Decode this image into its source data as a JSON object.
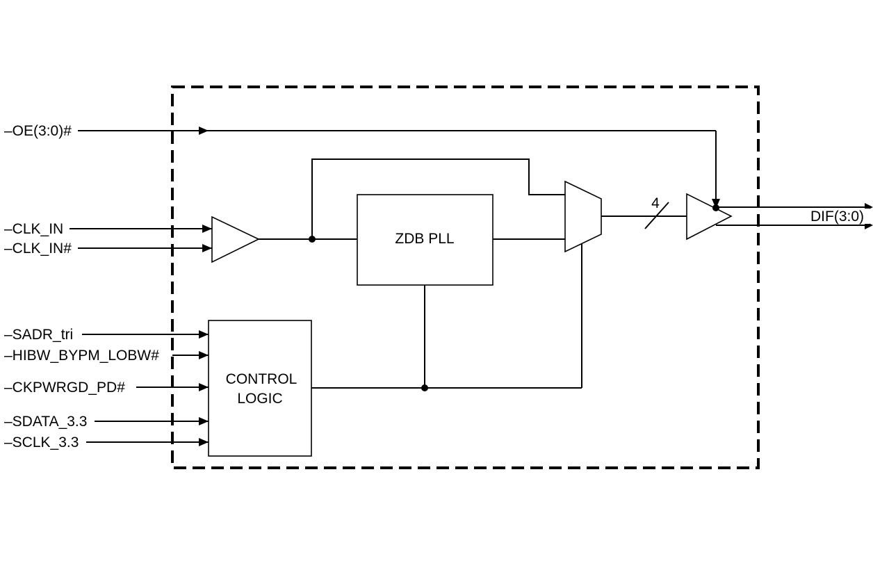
{
  "signals": {
    "oe": "–OE(3:0)#",
    "clk_in": "–CLK_IN",
    "clk_in_n": "–CLK_IN#",
    "sadr": "–SADR_tri",
    "hibw": "–HIBW_BYPM_LOBW#",
    "ckpwrgd": "–CKPWRGD_PD#",
    "sdata": "–SDATA_3.3",
    "sclk": "–SCLK_3.3",
    "dif": "DIF(3:0)"
  },
  "blocks": {
    "pll": "ZDB PLL",
    "control_line1": "CONTROL",
    "control_line2": "LOGIC"
  },
  "bus_width": "4"
}
